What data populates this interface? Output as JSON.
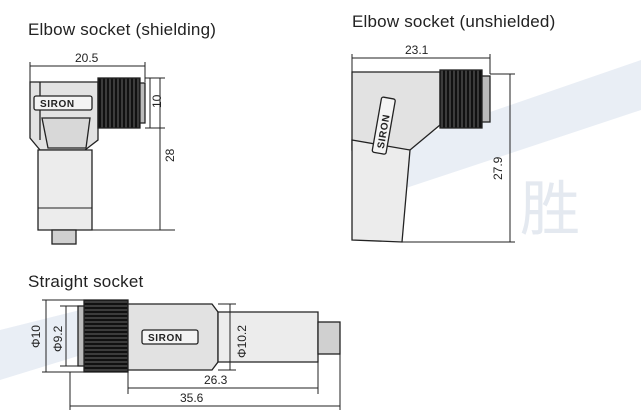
{
  "sections": {
    "elbow_shielding": {
      "title": "Elbow socket (shielding)",
      "dims": {
        "width": "20.5",
        "height_top": "10",
        "height_total": "28"
      },
      "label": "SIRON"
    },
    "elbow_unshielded": {
      "title": "Elbow socket (unshielded)",
      "dims": {
        "width": "23.1",
        "height": "27.9"
      },
      "label": "SIRON"
    },
    "straight": {
      "title": "Straight socket",
      "dims": {
        "d1": "Φ10",
        "d2": "Φ9.2",
        "d3": "Φ10.2",
        "len_body": "26.3",
        "len_total": "35.6"
      },
      "label": "SIRON"
    }
  },
  "watermark": {
    "char": "胜"
  },
  "colors": {
    "line": "#222222",
    "nut_dark": "#1a1a1a",
    "body": "#e6e6e6",
    "watermark": "#e9eef5"
  }
}
